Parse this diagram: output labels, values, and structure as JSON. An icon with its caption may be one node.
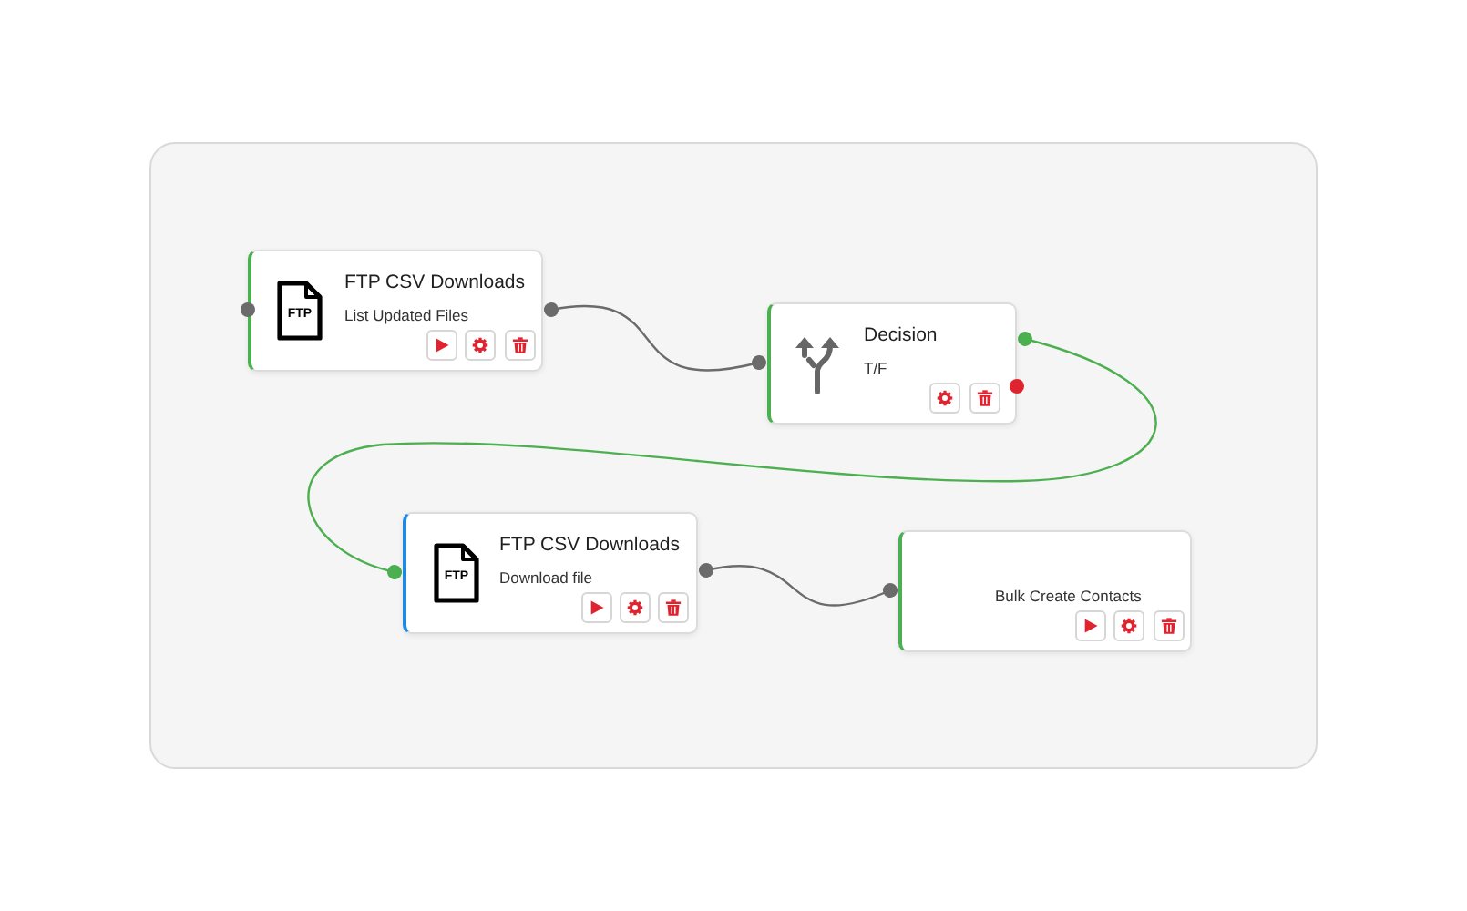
{
  "diagram": {
    "nodes": [
      {
        "text": [
          "FTP",
          "FTP CSV Downloads",
          "List Updated Files"
        ]
      },
      {
        "text": [
          "Decision",
          "T/F"
        ]
      },
      {
        "text": [
          "FTP",
          "FTP CSV Downloads",
          "Download file"
        ]
      },
      {
        "text": [
          "Bulk Create Contacts"
        ]
      }
    ],
    "edges": [
      {
        "from": 0,
        "to": 1,
        "arrow": "other"
      },
      {
        "from": 1,
        "to": 2,
        "arrow": "other",
        "color": "#4caf50"
      },
      {
        "from": 2,
        "to": 3,
        "arrow": "other"
      }
    ]
  }
}
